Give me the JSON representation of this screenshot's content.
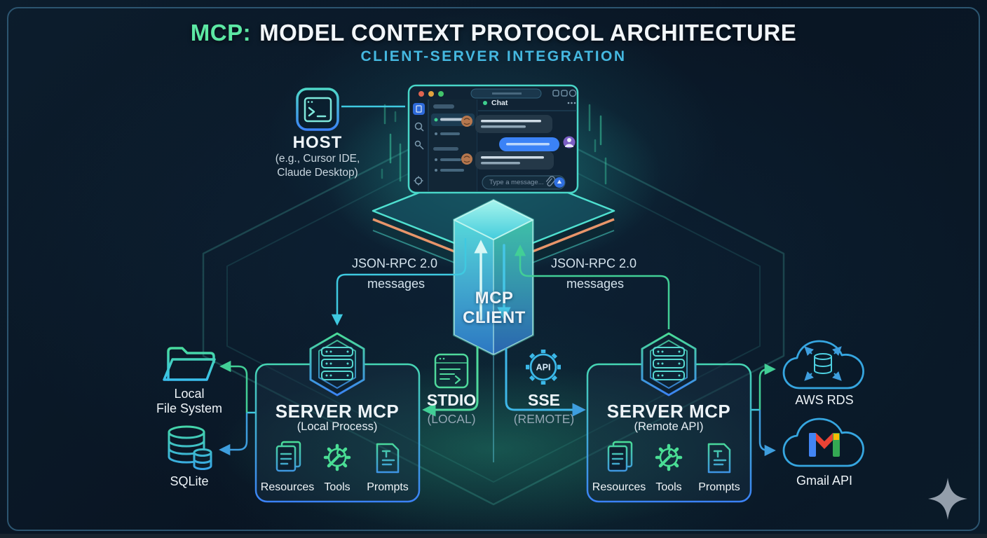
{
  "title": {
    "prefix": "MCP:",
    "main": "MODEL CONTEXT PROTOCOL ARCHITECTURE",
    "subtitle": "CLIENT-SERVER INTEGRATION"
  },
  "host": {
    "label": "HOST",
    "sub_line1": "(e.g., Cursor IDE,",
    "sub_line2": "Claude Desktop)"
  },
  "client": {
    "line1": "MCP",
    "line2": "CLIENT"
  },
  "links": {
    "left": {
      "line1": "JSON-RPC 2.0",
      "line2": "messages"
    },
    "right": {
      "line1": "JSON-RPC 2.0",
      "line2": "messages"
    }
  },
  "transports": {
    "stdio": {
      "label": "STDIO",
      "scope": "(LOCAL)"
    },
    "sse": {
      "label": "SSE",
      "scope": "(REMOTE)",
      "icon_text": "API"
    }
  },
  "servers": {
    "local": {
      "title": "SERVER MCP",
      "subtitle": "(Local Process)",
      "capabilities": [
        "Resources",
        "Tools",
        "Prompts"
      ]
    },
    "remote": {
      "title": "SERVER MCP",
      "subtitle": "(Remote API)",
      "capabilities": [
        "Resources",
        "Tools",
        "Prompts"
      ]
    }
  },
  "externals": {
    "filesystem": {
      "line1": "Local",
      "line2": "File System"
    },
    "sqlite": {
      "label": "SQLite"
    },
    "aws": {
      "label": "AWS RDS"
    },
    "gmail": {
      "label": "Gmail API"
    }
  },
  "chat_window": {
    "header": "Chat",
    "input_placeholder": "Type a message..."
  },
  "icons": {
    "host": "terminal-icon",
    "server_badge": "server-stack-icon",
    "stdio": "terminal-window-icon",
    "sse": "api-gear-icon",
    "resources": "documents-icon",
    "tools": "gear-wrench-icon",
    "prompts": "prompt-document-icon",
    "filesystem": "folder-icon",
    "sqlite": "database-icon",
    "aws": "cloud-database-icon",
    "gmail": "cloud-gmail-icon",
    "watermark": "sparkle-icon"
  },
  "colors": {
    "background": "#0a1a28",
    "accent_green": "#5ce8a4",
    "accent_cyan": "#45b8e0",
    "line_cyan": "#3fc9e0",
    "line_green": "#42cf96",
    "line_blue": "#3e9ede",
    "platform_orange": "#e8956a"
  }
}
